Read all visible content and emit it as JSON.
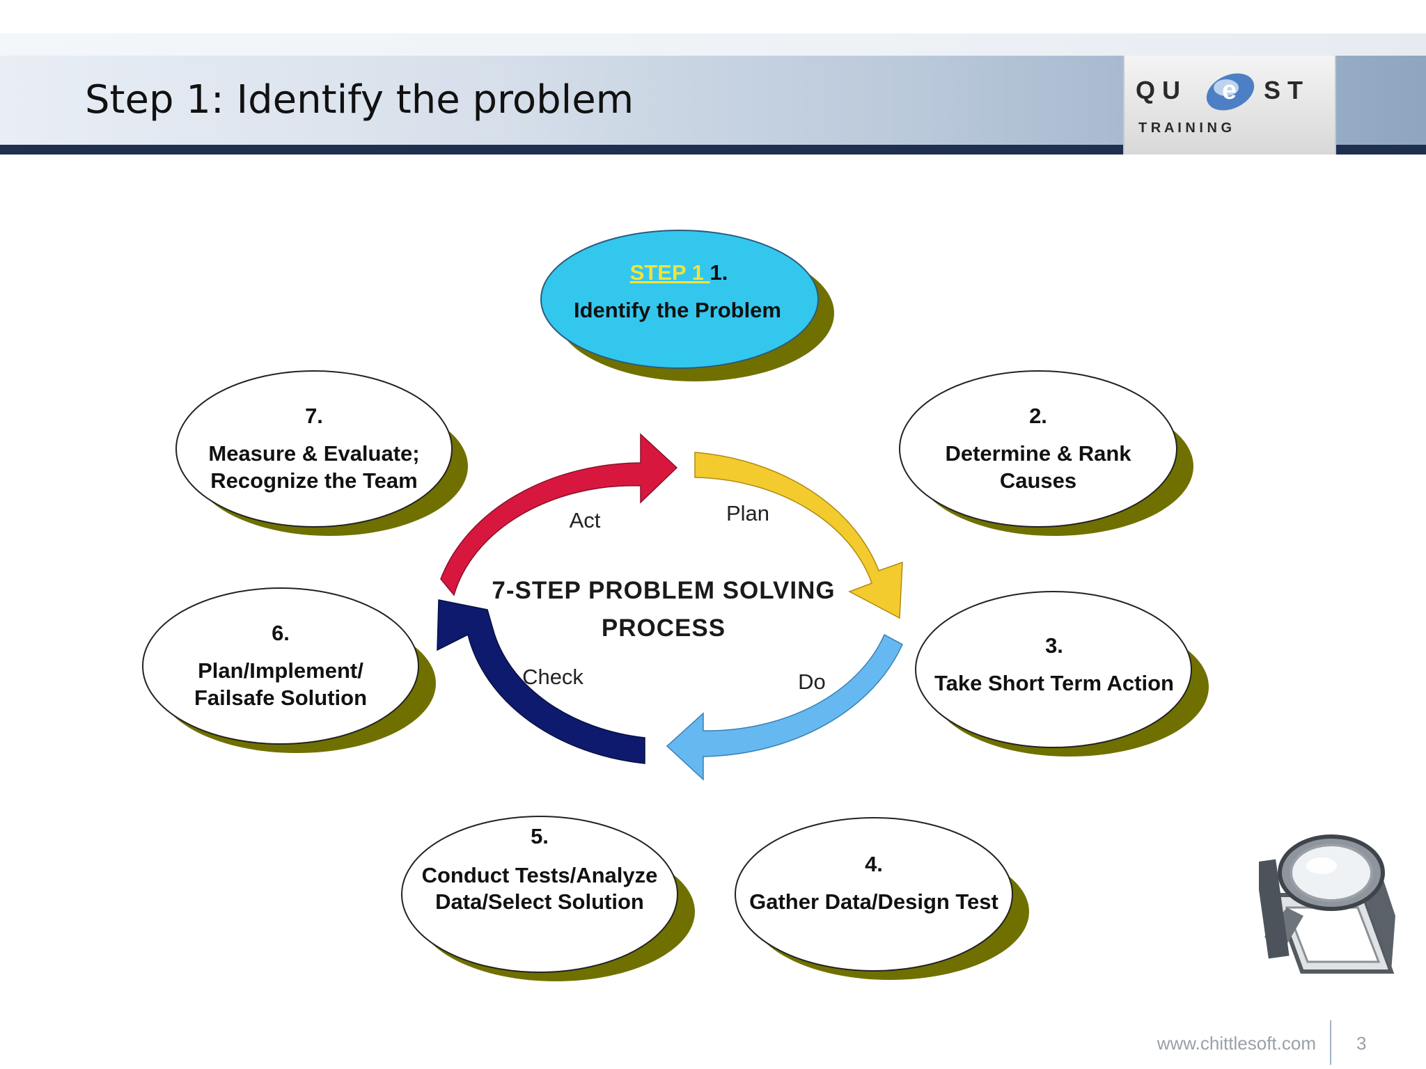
{
  "slide": {
    "title": "Step 1: Identify the problem",
    "page_number": "3",
    "footer_url": "www.chittlesoft.com"
  },
  "logo": {
    "line1_left": "Q U",
    "line1_mid": "e",
    "line1_right": "S T",
    "line2": "T R A I N I N G"
  },
  "diagram": {
    "center_title_line1": "7-STEP PROBLEM SOLVING",
    "center_title_line2": "PROCESS",
    "cycle_labels": {
      "act": "Act",
      "plan": "Plan",
      "do": "Do",
      "check": "Check"
    },
    "nodes": [
      {
        "id": "1",
        "link": "STEP 1 ",
        "number": "1.",
        "lines": [
          "Identify the Problem"
        ]
      },
      {
        "id": "2",
        "number": "2.",
        "lines": [
          "Determine & Rank",
          "Causes"
        ]
      },
      {
        "id": "3",
        "number": "3.",
        "lines": [
          "Take Short Term Action"
        ]
      },
      {
        "id": "4",
        "number": "4.",
        "lines": [
          "Gather Data/Design Test"
        ]
      },
      {
        "id": "5",
        "number": "5.",
        "lines": [
          "Conduct Tests/Analyze",
          "Data/Select Solution"
        ]
      },
      {
        "id": "6",
        "number": "6.",
        "lines": [
          "Plan/Implement/",
          "Failsafe Solution"
        ]
      },
      {
        "id": "7",
        "number": "7.",
        "lines": [
          "Measure & Evaluate;",
          "Recognize the Team"
        ]
      }
    ],
    "colors": {
      "highlight_fill": "#33c7ee",
      "shadow": "#707000",
      "link": "#f2e33a",
      "act_arrow": "#d8173f",
      "plan_arrow": "#f3cb2e",
      "do_arrow": "#66b8f0",
      "check_arrow": "#0e1a6e"
    }
  }
}
